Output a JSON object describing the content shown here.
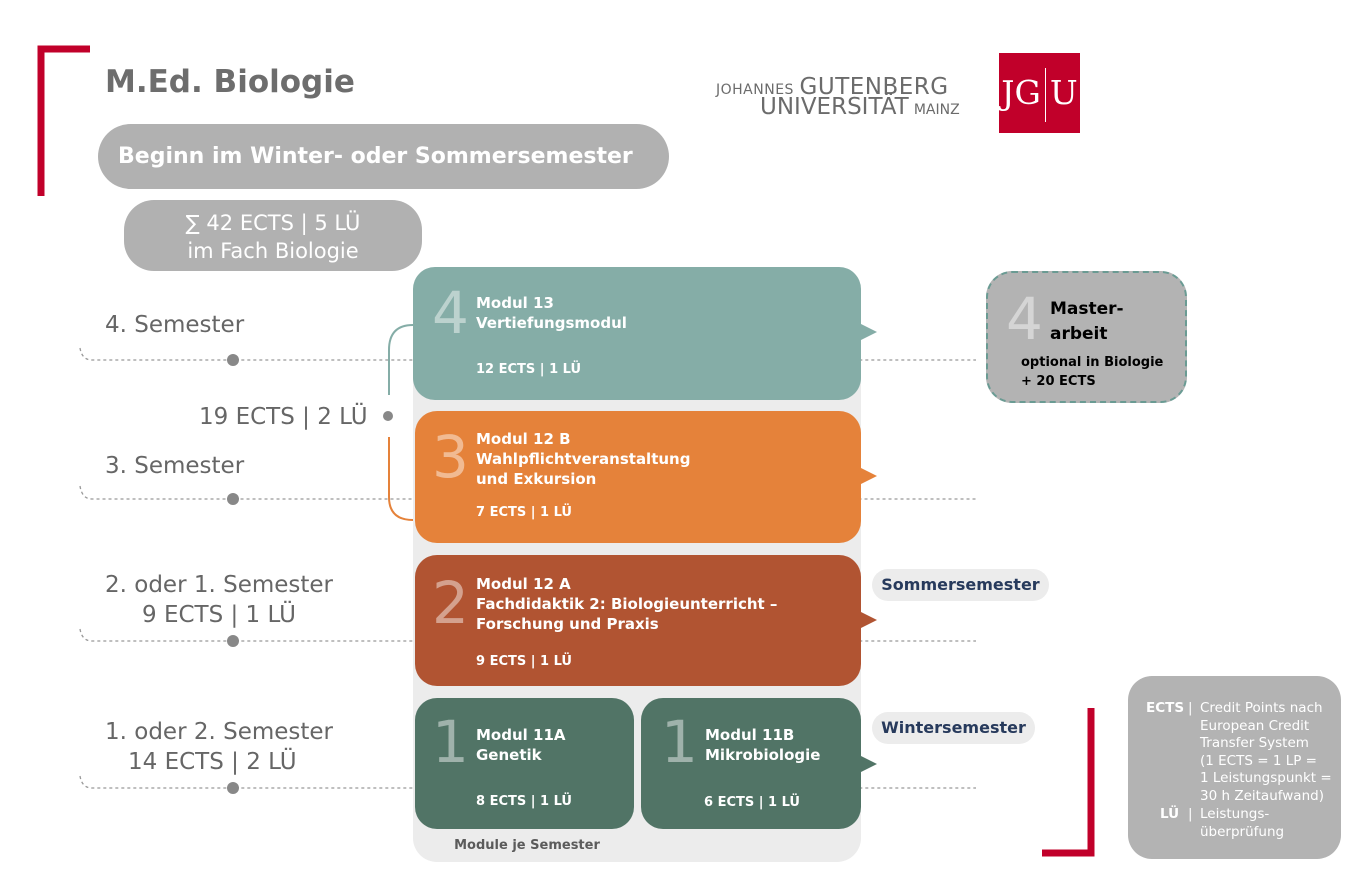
{
  "title": "M.Ed. Biologie",
  "begin_label": "Beginn im Winter- oder Sommersemester",
  "total": {
    "line1": "∑ 42 ECTS | 5 LÜ",
    "line2": "im Fach Biologie"
  },
  "logo": {
    "line1_small": "Johannes",
    "line1_big": "GUTENBERG",
    "line2_big": "UNIVERSITÄT",
    "line2_small": "MAINZ",
    "badge_left": "JG",
    "badge_right": "U"
  },
  "semesters": {
    "s4": "4. Semester",
    "s3": "3. Semester",
    "s2_line1": "2. oder 1. Semester",
    "s2_line2": "9 ECTS | 1 LÜ",
    "s1_line1": "1. oder 2. Semester",
    "s1_line2": "14 ECTS | 2 LÜ",
    "bracket_label": "19 ECTS | 2 LÜ"
  },
  "modules": {
    "m13": {
      "num": "4",
      "name1": "Modul 13",
      "name2": "Vertiefungsmodul",
      "ects": "12 ECTS | 1 LÜ",
      "color": "#85ada7"
    },
    "m12b": {
      "num": "3",
      "name1": "Modul 12 B",
      "name2": "Wahlpflichtveranstaltung",
      "name3": "und Exkursion",
      "ects": "7 ECTS | 1 LÜ",
      "color": "#e5823a"
    },
    "m12a": {
      "num": "2",
      "name1": "Modul 12 A",
      "name2": "Fachdidaktik 2: Biologieunterricht –",
      "name3": "Forschung und Praxis",
      "ects": "9 ECTS | 1 LÜ",
      "color": "#b15432"
    },
    "m11a": {
      "num": "1",
      "name1": "Modul 11A",
      "name2": "Genetik",
      "ects": "8 ECTS | 1 LÜ",
      "color": "#517466"
    },
    "m11b": {
      "num": "1",
      "name1": "Modul 11B",
      "name2": "Mikrobiologie",
      "ects": "6 ECTS | 1 LÜ",
      "color": "#517466"
    }
  },
  "panel_label": "Module je Semester",
  "tags": {
    "summer": "Sommersemester",
    "winter": "Wintersemester"
  },
  "master": {
    "num": "4",
    "title1": "Master-",
    "title2": "arbeit",
    "line1": "optional in Biologie",
    "line2": "+ 20 ECTS"
  },
  "legend": {
    "ects_key": "ECTS",
    "ects_l1": "Credit Points nach",
    "ects_l2": "European Credit",
    "ects_l3": "Transfer System",
    "ects_l4": "(1 ECTS = 1 LP =",
    "ects_l5": "1 Leistungspunkt =",
    "ects_l6": "30 h Zeitaufwand)",
    "lu_key": "LÜ",
    "lu_l1": "Leistungs-",
    "lu_l2": "überprüfung",
    "sep": "|"
  },
  "colors": {
    "accent_red": "#c1002a",
    "gray": "#b1b1b1"
  }
}
